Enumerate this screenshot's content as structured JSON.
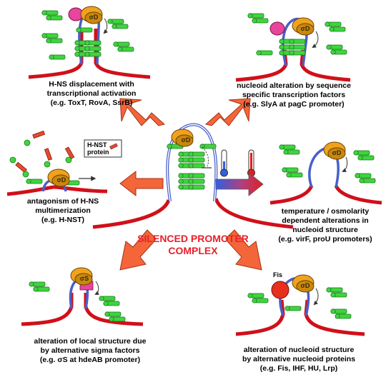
{
  "center_label": [
    "SILENCED PROMOTER",
    "COMPLEX"
  ],
  "panels": {
    "top_left": [
      "H-NS displacement  with",
      "transcriptional activation",
      "(e.g. ToxT, RovA, SsrB)"
    ],
    "top_right": [
      "nucleoid alteration by sequence",
      "specific transcription factors",
      "(e.g. SlyA at pagC promoter)"
    ],
    "mid_left": [
      "antagonism of H-NS",
      "multimerization",
      "(e.g. H-NST)"
    ],
    "mid_right": [
      "temperature / osmolarity",
      "dependent alterations in",
      "nucleoid  structure",
      "(e.g. virF, proU promoters)"
    ],
    "bottom_left": [
      "alteration of local structure due",
      "by alternative sigma factors",
      "(e.g. σS at hdeAB promoter)"
    ],
    "bottom_right": [
      "alteration of nucleoid structure",
      "by alternative nucleoid proteins",
      "(e.g. Fis, IHF, HU, Lrp)"
    ]
  },
  "small_labels": {
    "sigma_d": "σD",
    "sigma_s": "σS",
    "hnst_box": [
      "H-NST",
      "protein"
    ],
    "fis": "Fis"
  },
  "colors": {
    "dna_red": "#d0101a",
    "dna_blue": "#4a5fc8",
    "hns_green": "#3fd43f",
    "arrow_orange": "#f4653a",
    "polymerase": "#f0a21e",
    "sigma": "#c8880f",
    "activator_pink": "#e8459c",
    "fis_red": "#e83020",
    "hnst_red": "#e84a2e",
    "center_text": "#e8202a"
  },
  "icons": [
    "thermometer-cold-icon",
    "thermometer-hot-icon",
    "temperature-gradient-arrow-icon"
  ]
}
